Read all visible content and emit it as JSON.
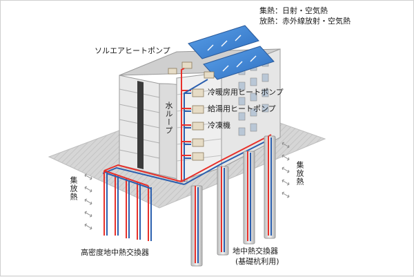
{
  "labels": {
    "legend_collect": "集熱：日射・空気熱",
    "legend_release": "放熱：赤外線放射・空気熱",
    "solar_hp": "ソルエアヒートポンプ",
    "cooling_heating_hp": "冷暖房用ヒートポンプ",
    "hot_water_hp": "給湯用ヒートポンプ",
    "refrigerator": "冷凍機",
    "water_loop": "水ループ",
    "left_heat": "集放熱",
    "right_heat": "集放熱",
    "hd_exchanger": "高密度地中熱交換器",
    "gr_exchanger": "地中熱交換器",
    "gr_exchanger_note": "(基礎杭利用)"
  },
  "colors": {
    "supply_pipe": "#e8302a",
    "return_pipe": "#2b5fae",
    "panel": "#3f86d8",
    "ground_plane": "#cfcfcf",
    "building_face": "#e3e3e3"
  },
  "icons": [
    "double-arrow-icon",
    "solar-panel-icon",
    "heat-pump-unit-icon"
  ]
}
